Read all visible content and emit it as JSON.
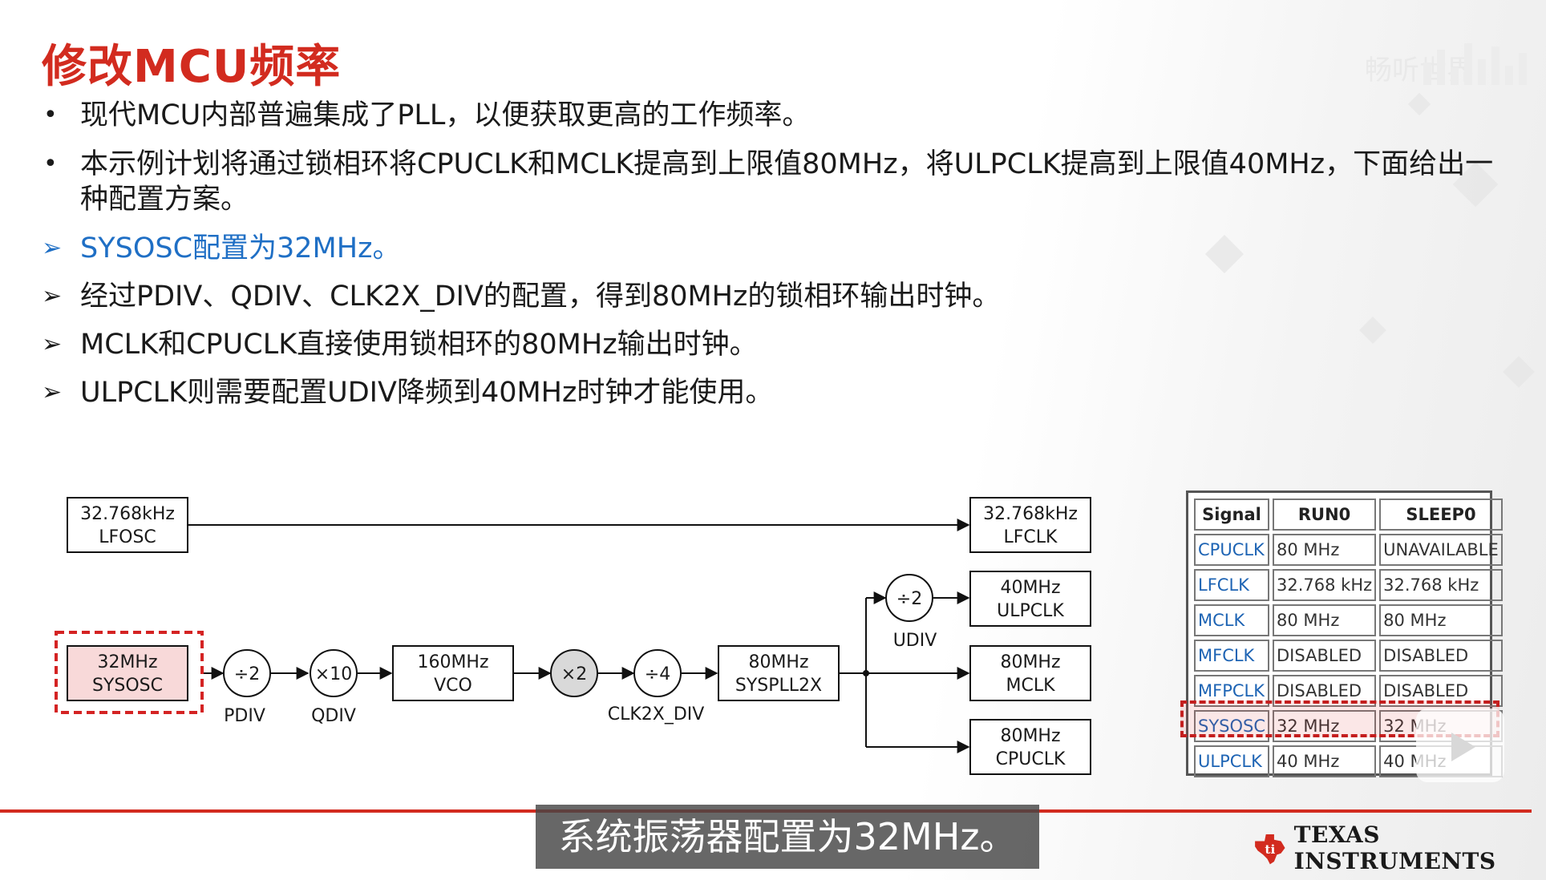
{
  "slide": {
    "title": "修改MCU频率",
    "watermark": "畅听世界",
    "bullets": [
      {
        "type": "dot",
        "color": "#1a1a1a",
        "text": "现代MCU内部普遍集成了PLL，以便获取更高的工作频率。"
      },
      {
        "type": "dot",
        "color": "#1a1a1a",
        "text": "本示例计划将通过锁相环将CPUCLK和MCLK提高到上限值80MHz，将ULPCLK提高到上限值40MHz，下面给出一种配置方案。"
      },
      {
        "type": "arrow",
        "color": "#1f6fc5",
        "text": "SYSOSC配置为32MHz。"
      },
      {
        "type": "arrow",
        "color": "#1a1a1a",
        "text": "经过PDIV、QDIV、CLK2X_DIV的配置，得到80MHz的锁相环输出时钟。"
      },
      {
        "type": "arrow",
        "color": "#1a1a1a",
        "text": "MCLK和CPUCLK直接使用锁相环的80MHz输出时钟。"
      },
      {
        "type": "arrow",
        "color": "#1a1a1a",
        "text": "ULPCLK则需要配置UDIV降频到40MHz时钟才能使用。"
      }
    ],
    "bullet_marks": {
      "dot": "•",
      "arrow": "➢"
    }
  },
  "diagram": {
    "lfosc": {
      "line1": "32.768kHz",
      "line2": "LFOSC"
    },
    "lfclk": {
      "line1": "32.768kHz",
      "line2": "LFCLK"
    },
    "sysosc": {
      "line1": "32MHz",
      "line2": "SYSOSC"
    },
    "pdiv": {
      "symbol": "÷2",
      "label": "PDIV"
    },
    "qdiv": {
      "symbol": "×10",
      "label": "QDIV"
    },
    "vco": {
      "line1": "160MHz",
      "line2": "VCO"
    },
    "x2": {
      "symbol": "×2"
    },
    "clk2x_div": {
      "symbol": "÷4",
      "label": "CLK2X_DIV"
    },
    "syspll2x": {
      "line1": "80MHz",
      "line2": "SYSPLL2X"
    },
    "udiv": {
      "symbol": "÷2",
      "label": "UDIV"
    },
    "ulpclk": {
      "line1": "40MHz",
      "line2": "ULPCLK"
    },
    "mclk": {
      "line1": "80MHz",
      "line2": "MCLK"
    },
    "cpuclk": {
      "line1": "80MHz",
      "line2": "CPUCLK"
    }
  },
  "signal_table": {
    "headers": [
      "Signal",
      "RUN0",
      "SLEEP0"
    ],
    "rows": [
      [
        "CPUCLK",
        "80 MHz",
        "UNAVAILABLE"
      ],
      [
        "LFCLK",
        "32.768 kHz",
        "32.768 kHz"
      ],
      [
        "MCLK",
        "80 MHz",
        "80 MHz"
      ],
      [
        "MFCLK",
        "DISABLED",
        "DISABLED"
      ],
      [
        "MFPCLK",
        "DISABLED",
        "DISABLED"
      ],
      [
        "SYSOSC",
        "32 MHz",
        "32 MHz"
      ],
      [
        "ULPCLK",
        "40 MHz",
        "40 MHz"
      ]
    ],
    "highlighted_row": "SYSOSC"
  },
  "subtitle": "系统振荡器配置为32MHz。",
  "brand": {
    "name": "TEXAS INSTRUMENTS",
    "accent": "#d22b1f"
  },
  "colors": {
    "accent": "#d22b1f",
    "link_blue": "#1f6fc5",
    "signal_blue": "#1e64b4"
  }
}
